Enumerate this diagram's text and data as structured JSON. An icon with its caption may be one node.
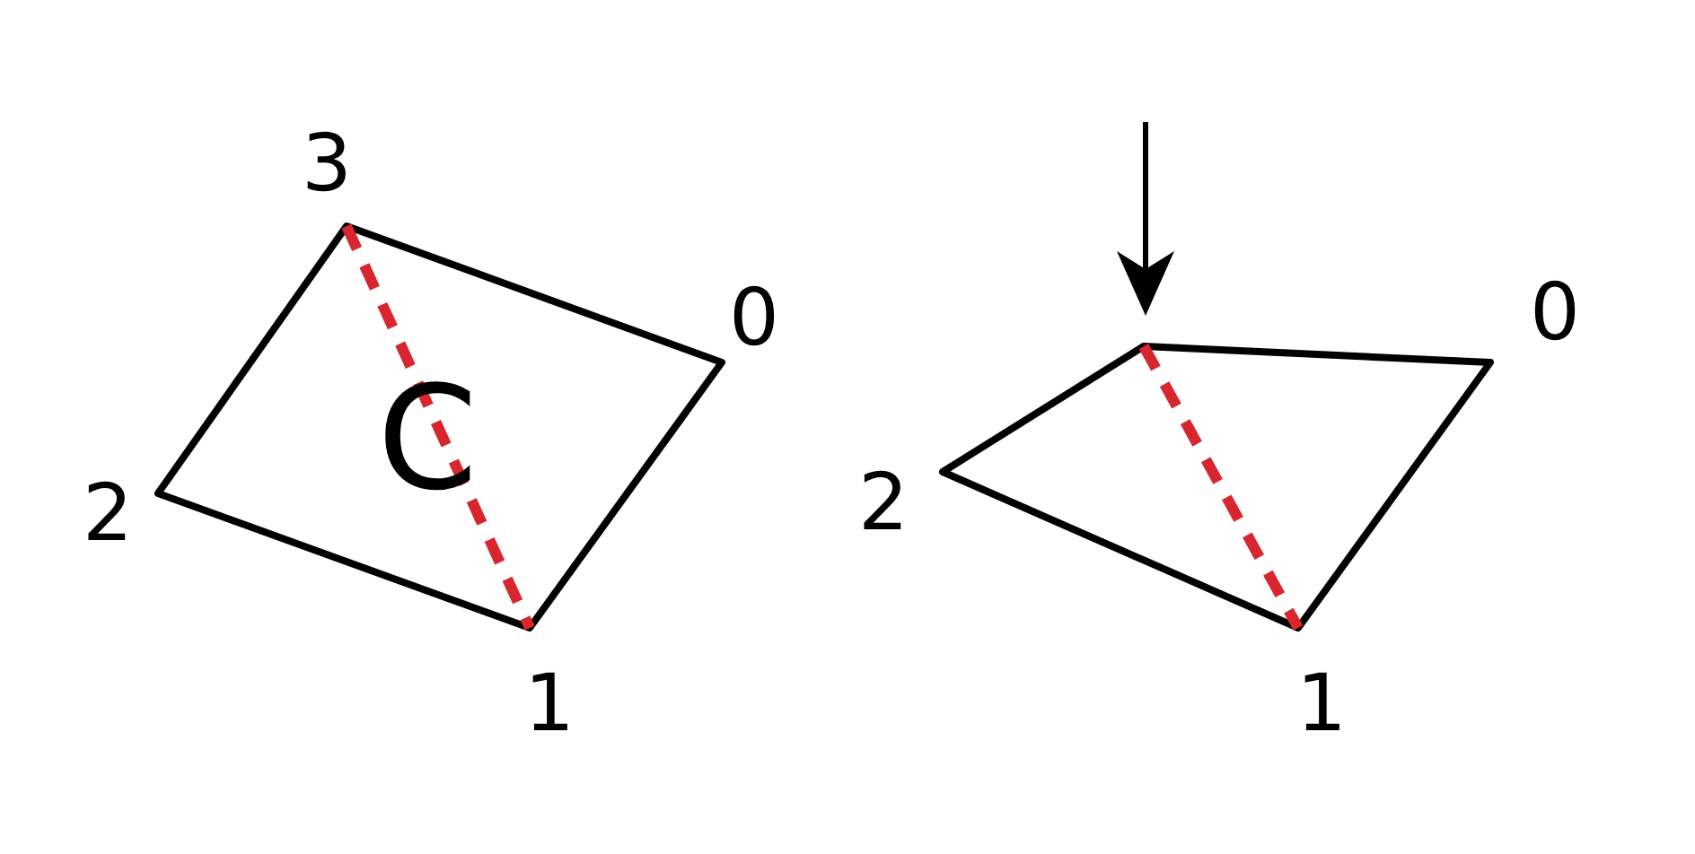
{
  "diagram": {
    "labels": [
      "3",
      "0",
      "C",
      "2",
      "1",
      "0",
      "2",
      "1"
    ]
  }
}
